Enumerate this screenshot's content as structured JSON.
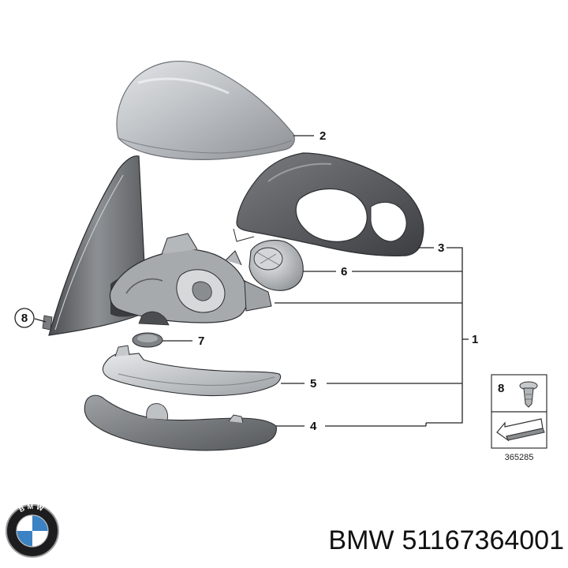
{
  "callouts": {
    "c1": "1",
    "c2": "2",
    "c3": "3",
    "c4": "4",
    "c5": "5",
    "c6": "6",
    "c7": "7",
    "c8": "8"
  },
  "inset": {
    "number": "8",
    "code": "365285"
  },
  "logo": {
    "letters": "BMW"
  },
  "caption": {
    "brand": "BMW",
    "part_number": "51167364001"
  },
  "colors": {
    "line": "#222222",
    "cover": "#b8bcc0",
    "frame": "#5a5c5f",
    "dark": "#2e3033"
  }
}
